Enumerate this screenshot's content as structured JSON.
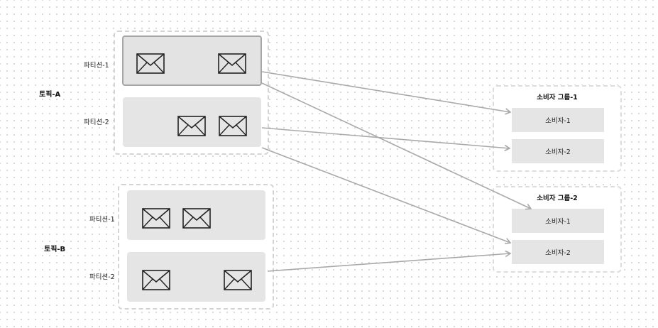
{
  "topics": [
    {
      "id": "a",
      "name": "토픽-A",
      "partitions": [
        {
          "label": "파티션-1",
          "messages": 2,
          "icon": "envelope-icon"
        },
        {
          "label": "파티션-2",
          "messages": 2,
          "icon": "envelope-icon"
        }
      ]
    },
    {
      "id": "b",
      "name": "토픽-B",
      "partitions": [
        {
          "label": "파티션-1",
          "messages": 2,
          "icon": "envelope-icon"
        },
        {
          "label": "파티션-2",
          "messages": 2,
          "icon": "envelope-icon"
        }
      ]
    }
  ],
  "consumer_groups": [
    {
      "title": "소비자 그룹-1",
      "consumers": [
        "소비자-1",
        "소비자-2"
      ]
    },
    {
      "title": "소비자 그룹-2",
      "consumers": [
        "소비자-1",
        "소비자-2"
      ]
    }
  ],
  "connections": [
    {
      "from": "토픽-A 파티션-1",
      "to": "소비자 그룹-1 소비자-1"
    },
    {
      "from": "토픽-A 파티션-1",
      "to": "소비자 그룹-2 소비자-1"
    },
    {
      "from": "토픽-A 파티션-2",
      "to": "소비자 그룹-1 소비자-2"
    },
    {
      "from": "토픽-A 파티션-2",
      "to": "소비자 그룹-2 소비자-2"
    },
    {
      "from": "토픽-B 파티션-2",
      "to": "소비자 그룹-2 소비자-2"
    }
  ],
  "colors": {
    "background": "#ffffff",
    "dots": "#cfcfcf",
    "dashed_border": "#d4d4d4",
    "partition_fill": "#e5e5e5",
    "selected_border": "#a6a6a6",
    "arrow": "#a9a9a9"
  }
}
